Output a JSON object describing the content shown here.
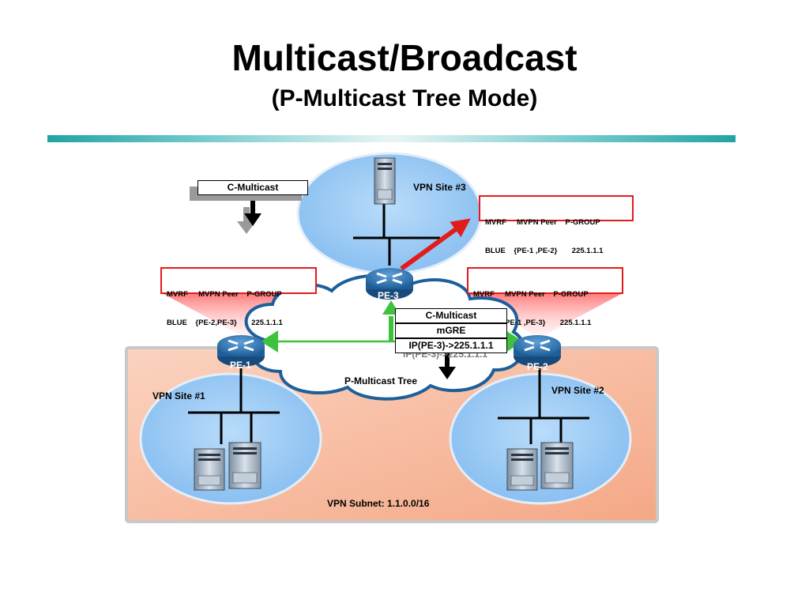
{
  "header": {
    "title": "Multicast/Broadcast",
    "subtitle": "(P-Multicast Tree Mode)"
  },
  "sites": {
    "site1": "VPN Site #1",
    "site2": "VPN Site #2",
    "site3": "VPN Site #3",
    "subnet": "VPN Subnet: 1.1.0.0/16"
  },
  "routers": {
    "pe1": "PE-1",
    "pe2": "PE-2",
    "pe3": "PE-3"
  },
  "cloud_label": "P-Multicast Tree",
  "mvrf_pe1": {
    "header": "MVRF     MVPN Peer    P-GROUP",
    "row": "BLUE    {PE-2,PE-3}       225.1.1.1"
  },
  "mvrf_pe2": {
    "header": "MVRF     MVPN Peer    P-GROUP",
    "row": "BLUE    {PE-1 ,PE-3}       225.1.1.1"
  },
  "mvrf_pe3": {
    "header": "MVRF     MVPN Peer    P-GROUP",
    "row": "BLUE    {PE-1 ,PE-2}       225.1.1.1"
  },
  "packet_top": {
    "label": "C-Multicast",
    "ghost": "C-Multicast"
  },
  "packet_mid": {
    "line1": "C-Multicast",
    "line2": "mGRE",
    "line3": "IP(PE-3)->225.1.1.1",
    "ghost": "IP(PE-3)->225.1.1.1"
  },
  "colors": {
    "accent_red": "#e21b1b",
    "tree_green": "#3ec23e",
    "site_blue": "#9ccbf5",
    "subnet_fill": "#f8c3a8",
    "cloud_border": "#1d5f9a"
  }
}
